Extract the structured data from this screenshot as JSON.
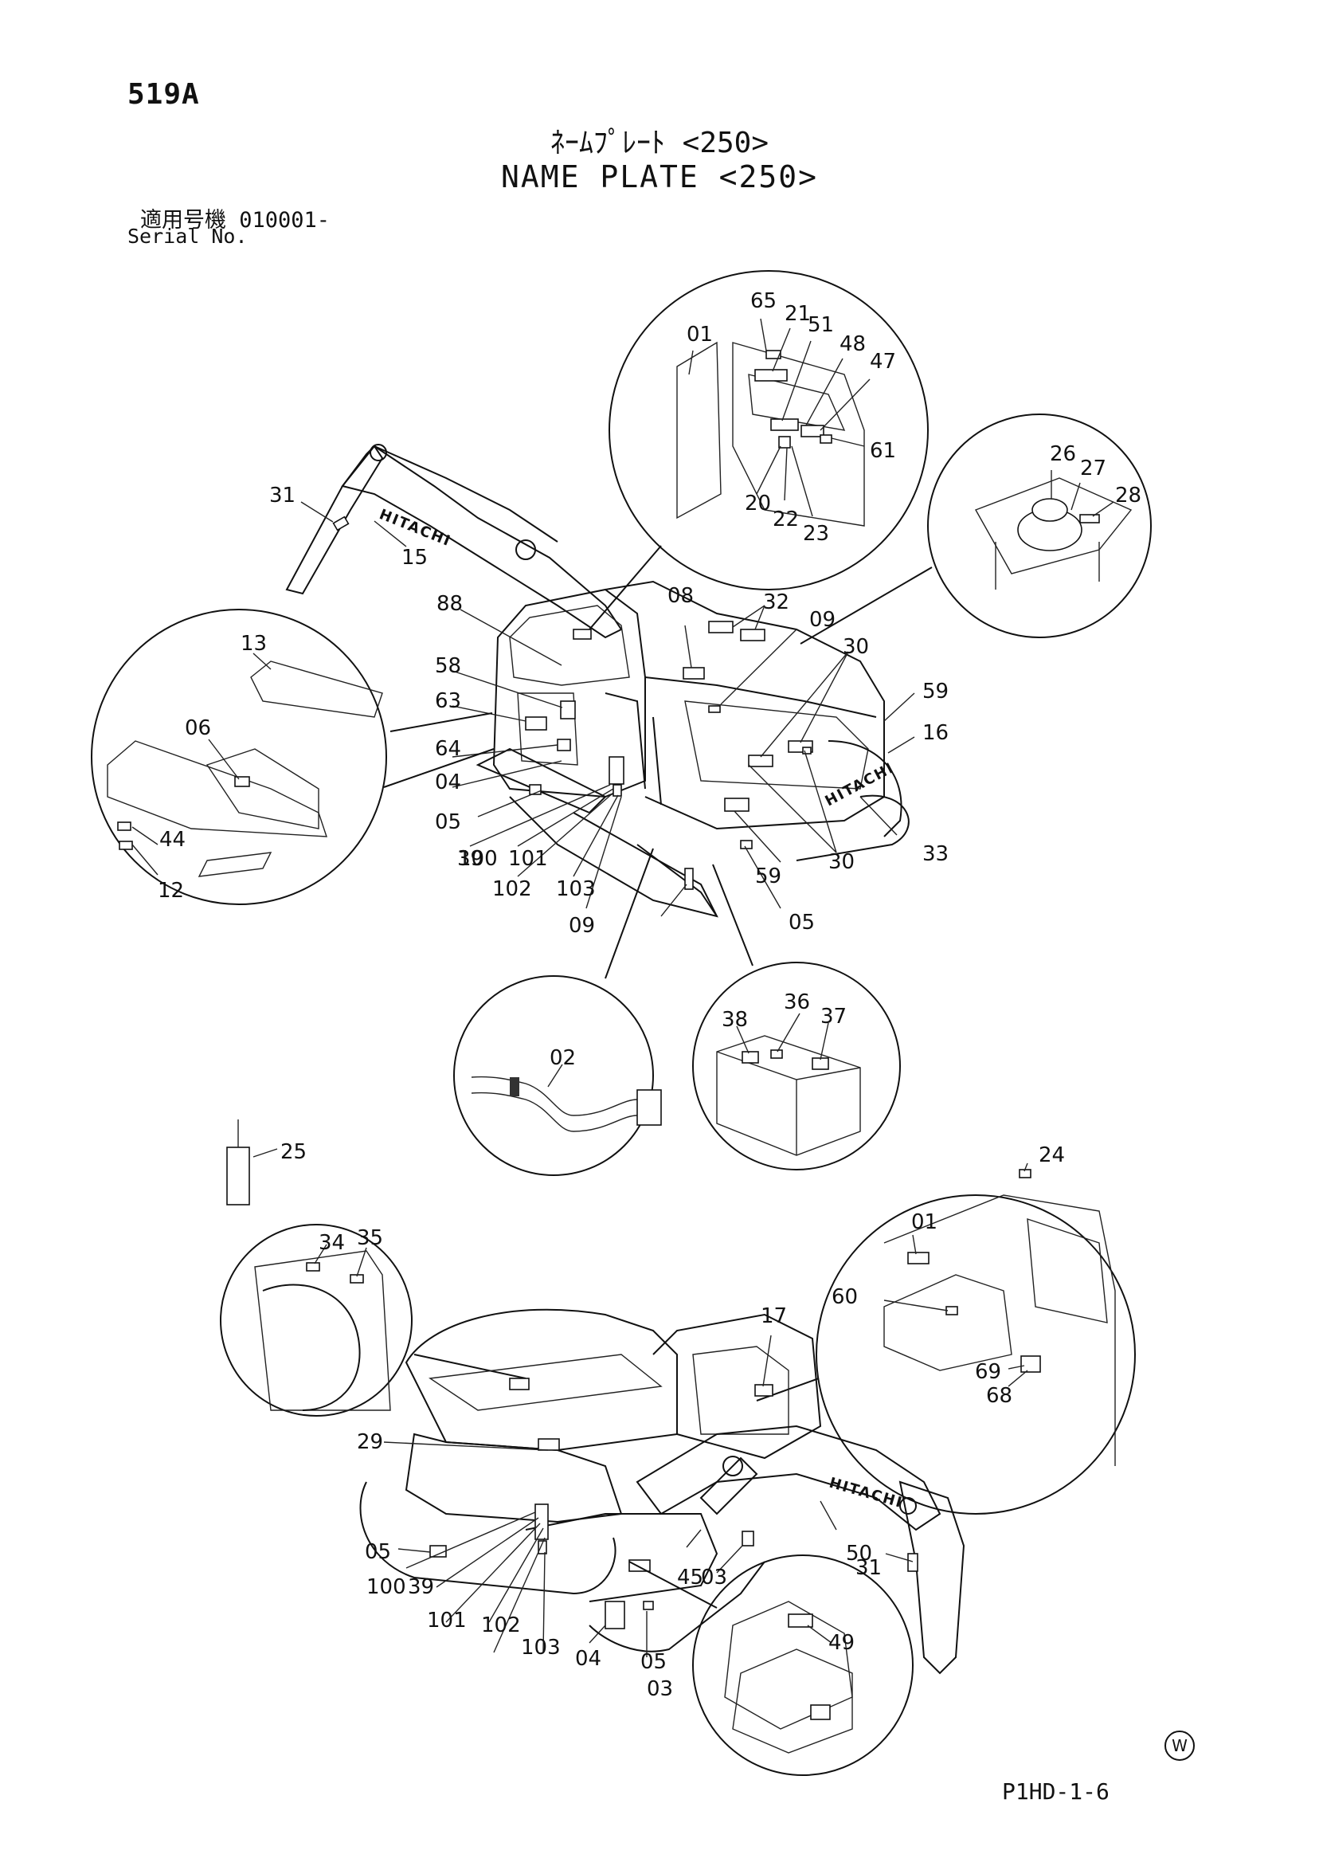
{
  "header": {
    "page_number": "519A",
    "title_jp": "ﾈｰﾑﾌﾟﾚｰﾄ <250>",
    "title_en": "NAME PLATE <250>",
    "serial_label_jp": "適用号機  010001-",
    "serial_label_en": "Serial No."
  },
  "footer": {
    "drawing_code": "P1HD-1-6",
    "stamp": "W"
  },
  "branding": {
    "boom_text": "HITACHI",
    "counterweight_text": "HITACHI",
    "lower_boom_text": "HITACHI"
  },
  "callouts": {
    "cab_detail": [
      "01",
      "65",
      "21",
      "51",
      "48",
      "47",
      "61",
      "20",
      "22",
      "23"
    ],
    "filter_detail": [
      "26",
      "27",
      "28"
    ],
    "seat_detail": [
      "13",
      "06",
      "44",
      "12"
    ],
    "hose_detail": [
      "02"
    ],
    "battery_detail": [
      "38",
      "36",
      "37"
    ],
    "radiator_detail": [
      "34",
      "35"
    ],
    "cab_interior_detail": [
      "24",
      "01",
      "60",
      "69",
      "68"
    ],
    "console_detail": [
      "49"
    ],
    "upper_machine": [
      "31",
      "15",
      "88",
      "58",
      "63",
      "64",
      "04",
      "05",
      "100",
      "39",
      "101",
      "102",
      "103",
      "09",
      "08",
      "32",
      "09",
      "30",
      "59",
      "16",
      "33",
      "30",
      "59",
      "05"
    ],
    "loose_tag": [
      "25"
    ],
    "lower_machine": [
      "17",
      "29",
      "05",
      "100",
      "39",
      "101",
      "102",
      "103",
      "04",
      "05",
      "03",
      "45",
      "03",
      "50",
      "31"
    ]
  }
}
